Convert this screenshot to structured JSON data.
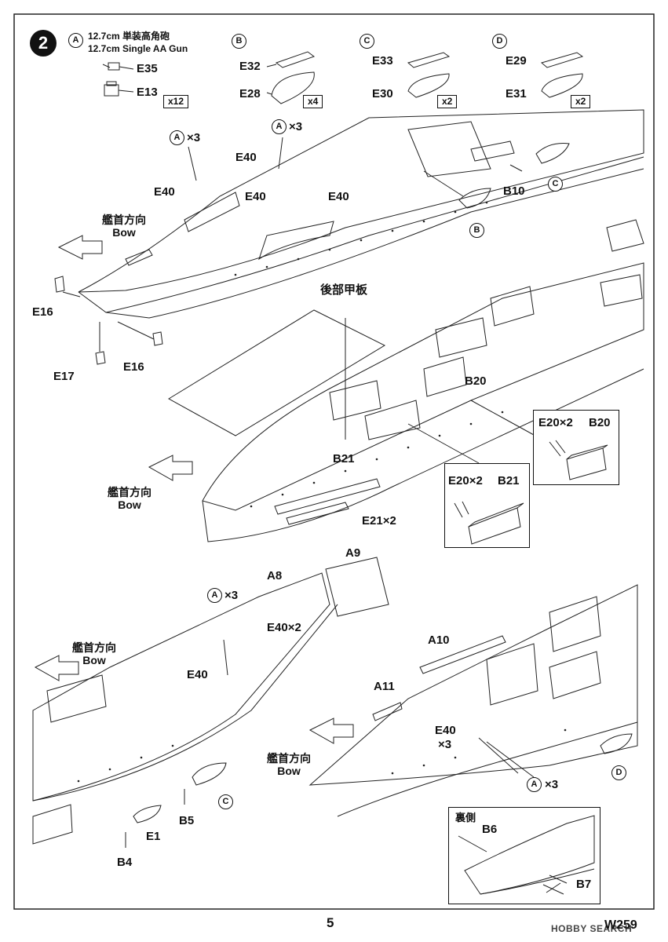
{
  "step_number": "2",
  "gun": {
    "circle": "A",
    "title_jp": "12.7cm 単装高角砲",
    "title_en": "12.7cm Single AA Gun"
  },
  "sub_assemblies": {
    "a": {
      "parts": [
        "E35",
        "E13"
      ],
      "qty": "x12"
    },
    "b": {
      "circle": "B",
      "parts": [
        "E32",
        "E28"
      ],
      "qty": "x4"
    },
    "c": {
      "circle": "C",
      "parts": [
        "E33",
        "E30"
      ],
      "qty": "x2"
    },
    "d": {
      "circle": "D",
      "parts": [
        "E29",
        "E31"
      ],
      "qty": "x2"
    }
  },
  "labels": {
    "a_x3": "×3",
    "a": "A",
    "b": "B",
    "c": "C",
    "d": "D",
    "e40": "E40",
    "e16": "E16",
    "e17": "E17",
    "b10": "B10",
    "b20": "B20",
    "b21": "B21",
    "e20x2": "E20×2",
    "e21x2": "E21×2",
    "rear_deck": "後部甲板",
    "a8": "A8",
    "a9": "A9",
    "a10": "A10",
    "a11": "A11",
    "e40x2": "E40×2",
    "e40_x3_top": "E40",
    "e40_x3_bot": "×3",
    "e1": "E1",
    "b4": "B4",
    "b5": "B5",
    "b6": "B6",
    "b7": "B7",
    "reverse_side": "裏側"
  },
  "bow": {
    "jp": "艦首方向",
    "en": "Bow"
  },
  "footer": {
    "page": "5",
    "code": "W259",
    "watermark": "HOBBY SEARCH"
  }
}
